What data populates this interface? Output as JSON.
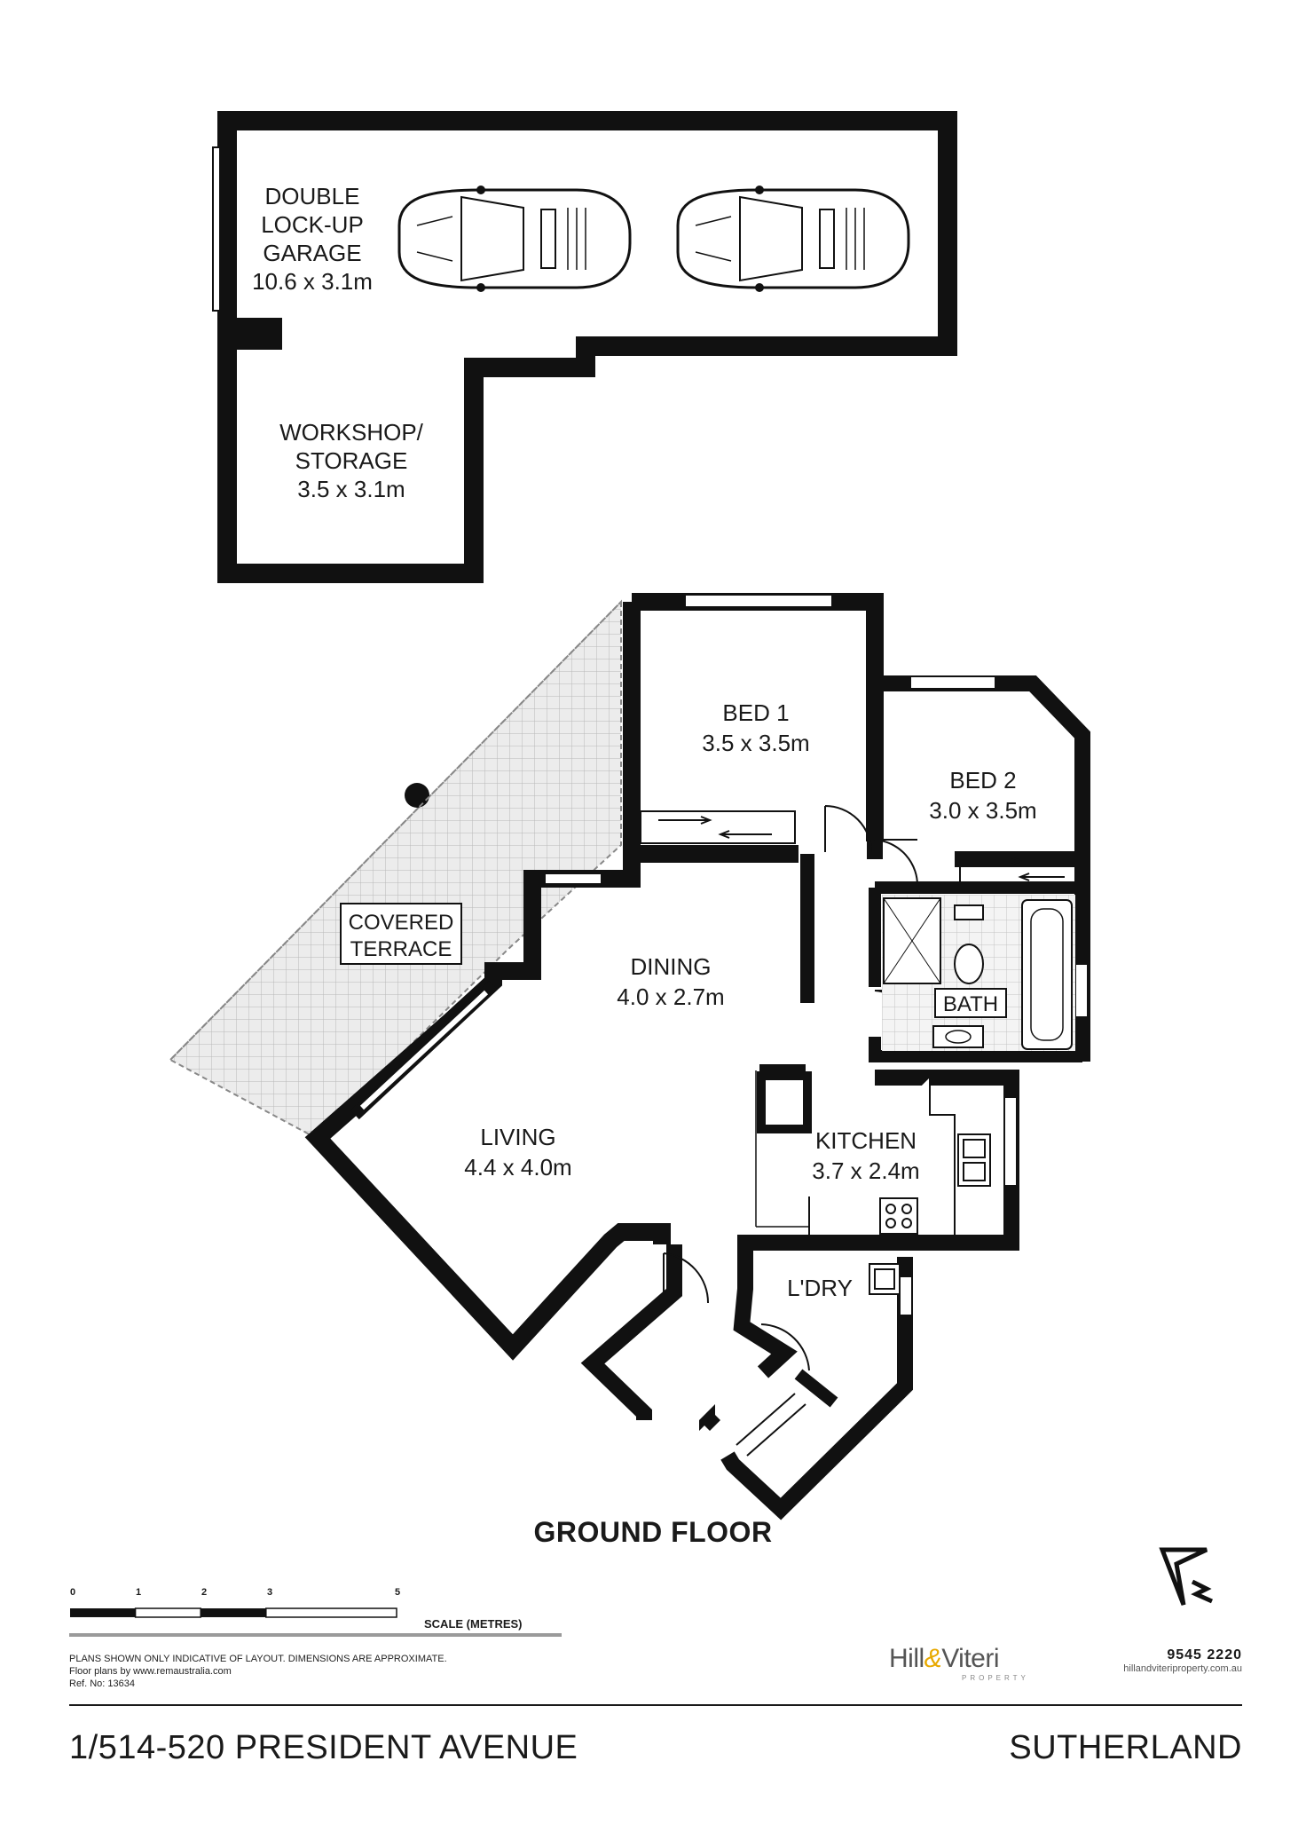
{
  "plan": {
    "garage": {
      "name": [
        "DOUBLE",
        "LOCK-UP",
        "GARAGE"
      ],
      "dims": "10.6 x 3.1m"
    },
    "workshop": {
      "name": [
        "WORKSHOP/",
        "STORAGE"
      ],
      "dims": "3.5 x 3.1m"
    },
    "bed1": {
      "name": "BED 1",
      "dims": "3.5 x 3.5m"
    },
    "bed2": {
      "name": "BED 2",
      "dims": "3.0 x 3.5m"
    },
    "terrace": {
      "name": [
        "COVERED",
        "TERRACE"
      ]
    },
    "dining": {
      "name": "DINING",
      "dims": "4.0 x 2.7m"
    },
    "living": {
      "name": "LIVING",
      "dims": "4.4 x 4.0m"
    },
    "bath": {
      "name": "BATH"
    },
    "kitchen": {
      "name": "KITCHEN",
      "dims": "3.7 x 2.4m"
    },
    "laundry": {
      "name": "L'DRY"
    }
  },
  "title": "GROUND FLOOR",
  "scale": {
    "ticks": [
      "0",
      "1",
      "2",
      "3",
      "5"
    ],
    "label": "SCALE (METRES)"
  },
  "disclaimer": {
    "line1": "PLANS SHOWN ONLY INDICATIVE OF LAYOUT.  DIMENSIONS ARE APPROXIMATE.",
    "line2": "Floor plans by www.remaustralia.com",
    "line3": "Ref. No: 13634"
  },
  "logo": {
    "part1": "Hill",
    "amp": "&",
    "part2": "Viteri",
    "sub": "PROPERTY"
  },
  "contact": {
    "phone": "9545 2220",
    "web": "hillandviteriproperty.com.au"
  },
  "footer": {
    "address": "1/514-520 PRESIDENT AVENUE",
    "suburb": "SUTHERLAND"
  },
  "colors": {
    "wall": "#111111",
    "terrace_tile": "#b8b8b8",
    "logo_amp": "#e8a900"
  }
}
